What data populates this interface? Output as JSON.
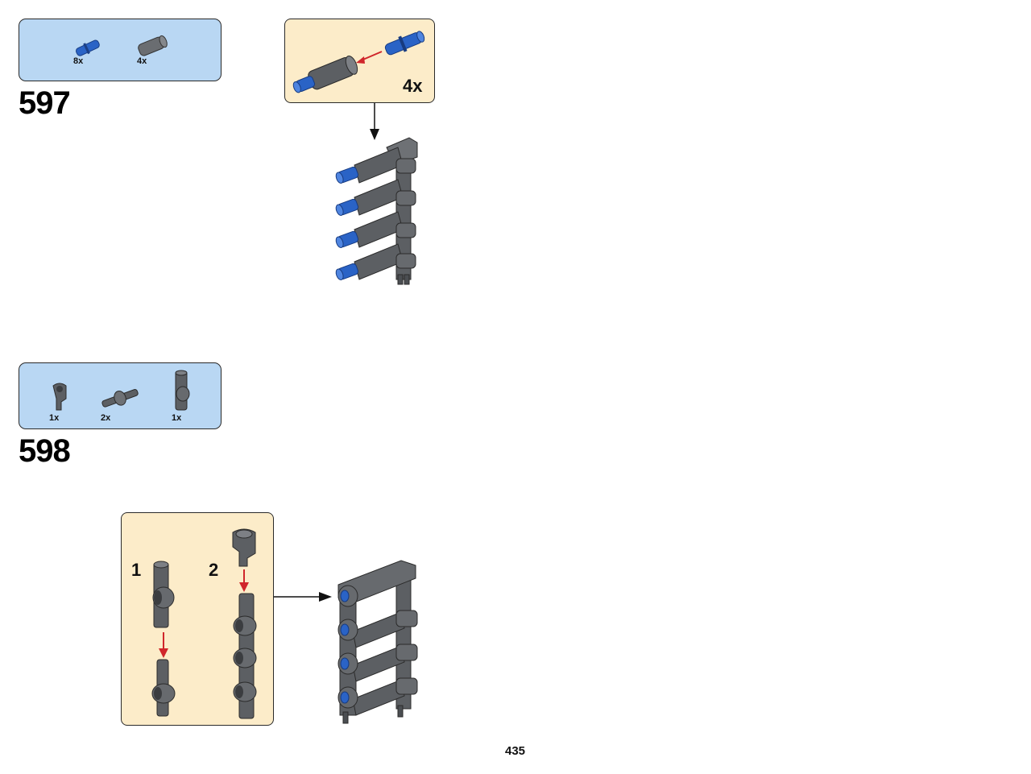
{
  "steps": [
    {
      "number": "597",
      "parts": [
        {
          "qty": "8x",
          "icon": "blue-friction-pin-icon"
        },
        {
          "qty": "4x",
          "icon": "gray-axle-connector-icon"
        }
      ],
      "callout": {
        "qty": "4x"
      }
    },
    {
      "number": "598",
      "parts": [
        {
          "qty": "1x",
          "icon": "gray-pin-connector-icon"
        },
        {
          "qty": "2x",
          "icon": "gray-cross-axle-icon"
        },
        {
          "qty": "1x",
          "icon": "gray-perpendicular-connector-icon"
        }
      ],
      "callout": {
        "substeps": [
          "1",
          "2"
        ]
      }
    }
  ],
  "page_number": "435",
  "colors": {
    "parts_box": "#b9d7f3",
    "callout": "#fcecc9",
    "part_gray": "#5c5f63",
    "part_blue": "#2a63c6",
    "arrow_red": "#d0262b"
  }
}
